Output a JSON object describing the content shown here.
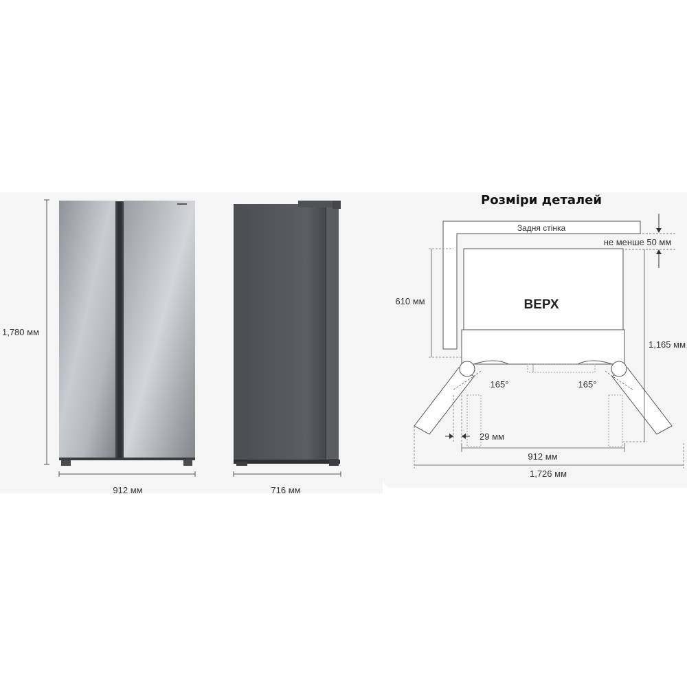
{
  "front_view": {
    "height_label": "1,780 мм",
    "width_label": "912 мм"
  },
  "side_view": {
    "depth_label": "716 мм"
  },
  "detail": {
    "title": "Розміри деталей",
    "back_wall_label": "Задня стінка",
    "clearance_label": "не менше 50 мм",
    "top_label": "ВЕРХ",
    "depth_label": "610 мм",
    "open_depth_label": "1,165 мм",
    "angle_left": "165°",
    "angle_right": "165°",
    "side_gap_label": "29 мм",
    "body_width_label": "912 мм",
    "open_width_label": "1,726 мм"
  },
  "colors": {
    "panel_bg": "#f5f5f5",
    "steel_dark": "#8a8d92",
    "steel_light": "#cfd2d6",
    "side_body": "#55575b",
    "dim_line": "#555555",
    "outline": "#555555"
  }
}
